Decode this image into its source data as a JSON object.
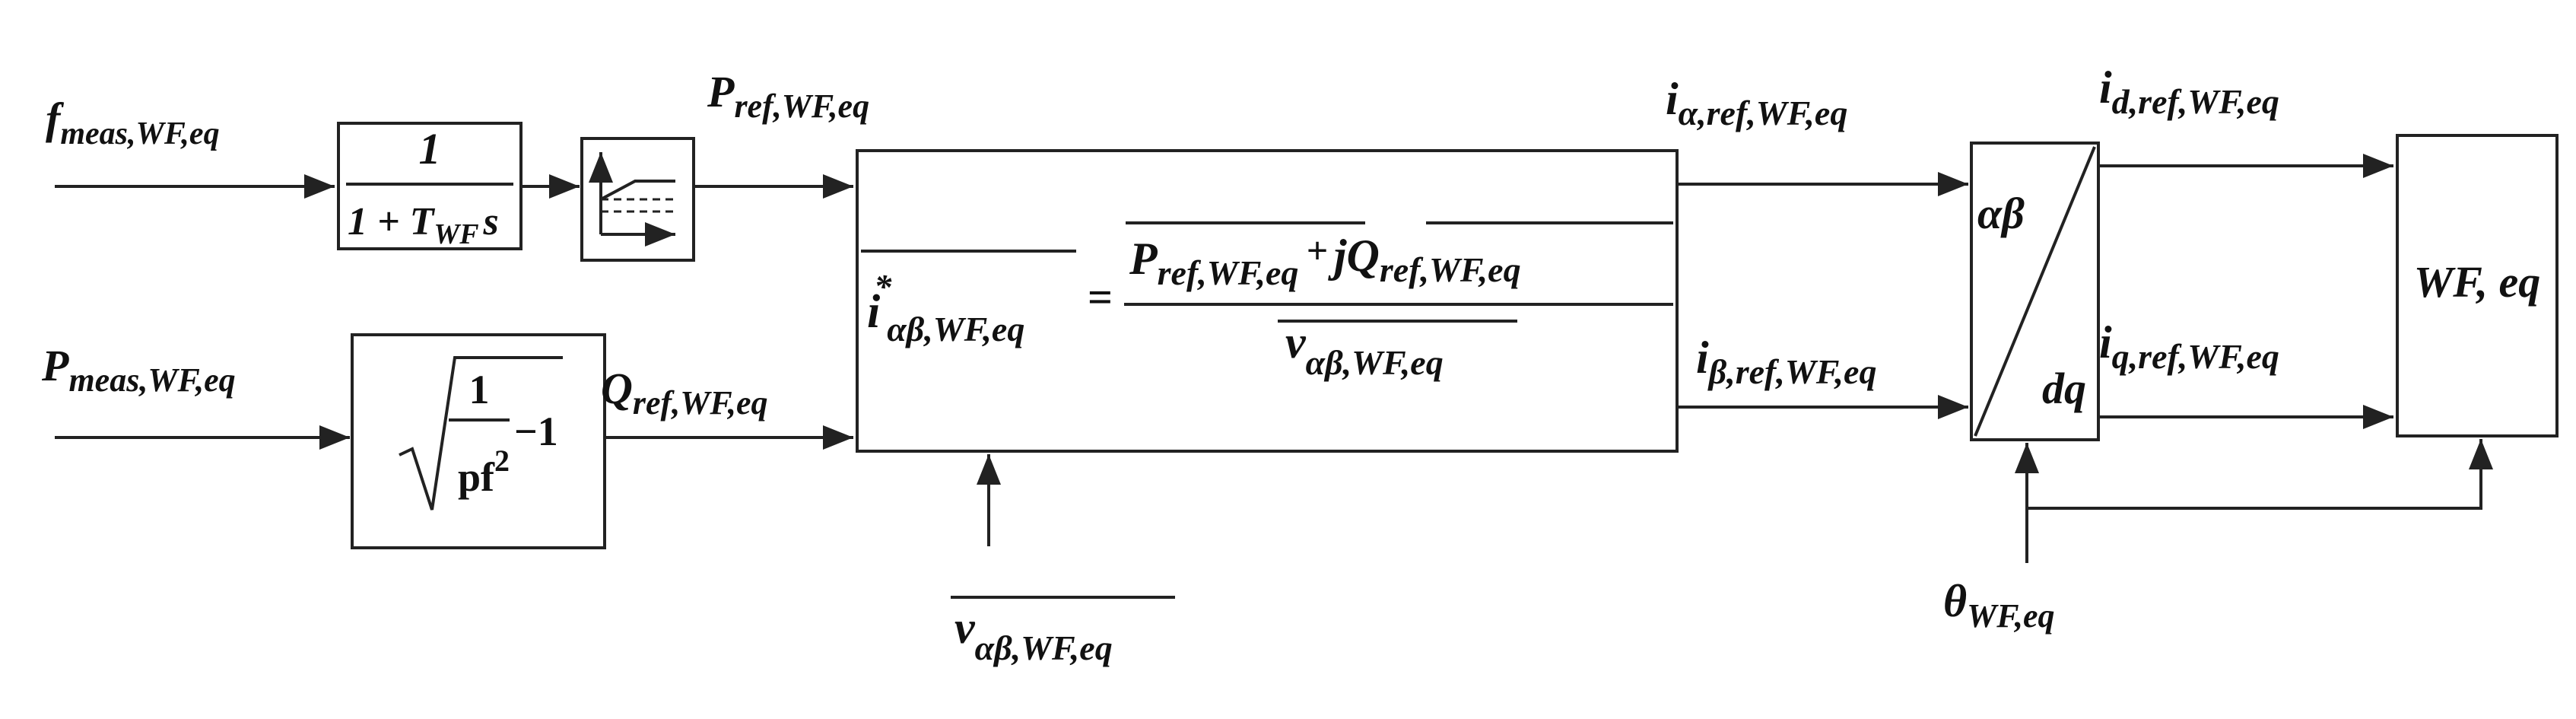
{
  "inputs": {
    "f_meas": {
      "main": "f",
      "sub": "meas,WF,eq"
    },
    "p_meas": {
      "main": "P",
      "sub": "meas,WF,eq"
    },
    "v_ab": {
      "main": "v",
      "sub": "αβ,WF,eq"
    },
    "theta": {
      "main": "θ",
      "sub": "WF,eq"
    }
  },
  "signals": {
    "p_ref": {
      "main": "P",
      "sub": "ref,WF,eq"
    },
    "q_ref": {
      "main": "Q",
      "sub": "ref,WF,eq"
    },
    "i_alpha": {
      "main": "i",
      "sub": "α,ref,WF,eq"
    },
    "i_beta": {
      "main": "i",
      "sub": "β,ref,WF,eq"
    },
    "i_d": {
      "main": "i",
      "sub": "d,ref,WF,eq"
    },
    "i_q": {
      "main": "i",
      "sub": "q,ref,WF,eq"
    }
  },
  "blocks": {
    "filter": {
      "numerator": "1",
      "den_prefix": "1 + T",
      "den_sub": "WF",
      "den_suffix": "s"
    },
    "sqrt_block": {
      "numerator": "1",
      "den": "pf",
      "exp": "2",
      "minus": "−1"
    },
    "current_calc": {
      "lhs_main": "i",
      "lhs_star": "*",
      "lhs_sub": "αβ,WF,eq",
      "equals": "=",
      "num_p": "P",
      "num_p_sub": "ref,WF,eq",
      "plus": "+",
      "num_j": "j",
      "num_q": "Q",
      "num_q_sub": "ref,WF,eq",
      "den_main": "v",
      "den_sub": "αβ,WF,eq"
    },
    "transform": {
      "top": "αβ",
      "bottom": "dq"
    },
    "wf": {
      "label": "WF, eq"
    }
  }
}
